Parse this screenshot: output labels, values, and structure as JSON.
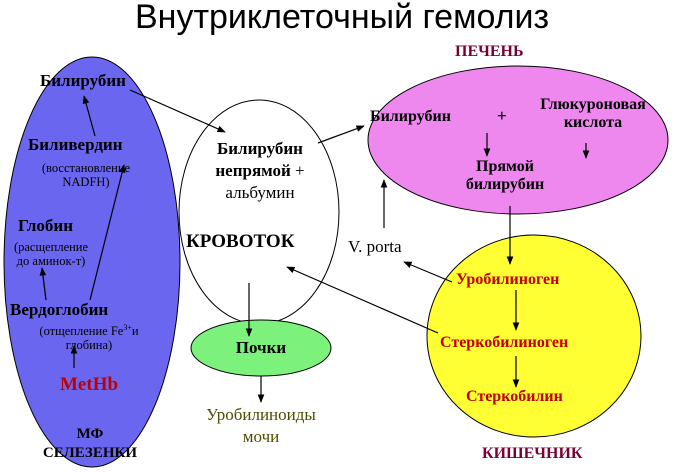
{
  "title": "Внутриклеточный гемолиз",
  "colors": {
    "spleen": "#6b66f0",
    "liver": "#ee88ee",
    "kidney": "#7cf27c",
    "intestine": "#ffff33",
    "red_text": "#c00000",
    "maroon_text": "#7a0033",
    "olive_text": "#4d4d00"
  },
  "spleen": {
    "label_line1": "МФ",
    "label_line2": "СЕЛЕЗЕНКИ",
    "bilirubin": "Билирубин",
    "biliverdin": "Биливердин",
    "biliverdin_note1": "(восстановление",
    "biliverdin_note2": "NADFH)",
    "globin": "Глобин",
    "globin_note1": "(расщепление",
    "globin_note2": "до аминок-т)",
    "verdoglobin": "Вердоглобин",
    "verdoglobin_note1_a": "(отщепление Fe",
    "verdoglobin_note1_sup": "3+",
    "verdoglobin_note1_b": "и",
    "verdoglobin_note2": "глобина)",
    "methb": "MetHb"
  },
  "blood": {
    "line1": "Билирубин",
    "line2_bold": "непрямой",
    "line2_plus": " +",
    "line3": "альбумин",
    "label": "КРОВОТОК"
  },
  "liver": {
    "label": "ПЕЧЕНЬ",
    "bilirubin": "Билирубин",
    "plus": "+",
    "glucuronic1": "Глюкуроновая",
    "glucuronic2": "кислота",
    "direct1": "Прямой",
    "direct2": "билирубин"
  },
  "portal": {
    "label": "V. porta"
  },
  "kidney": {
    "label": "Почки",
    "product1": "Уробилиноиды",
    "product2": "мочи"
  },
  "intestine": {
    "label": "КИШЕЧНИК",
    "urobilinogen": "Уробилиноген",
    "sterkobilinogen": "Стеркобилиноген",
    "sterkobilin": "Стеркобилин"
  }
}
